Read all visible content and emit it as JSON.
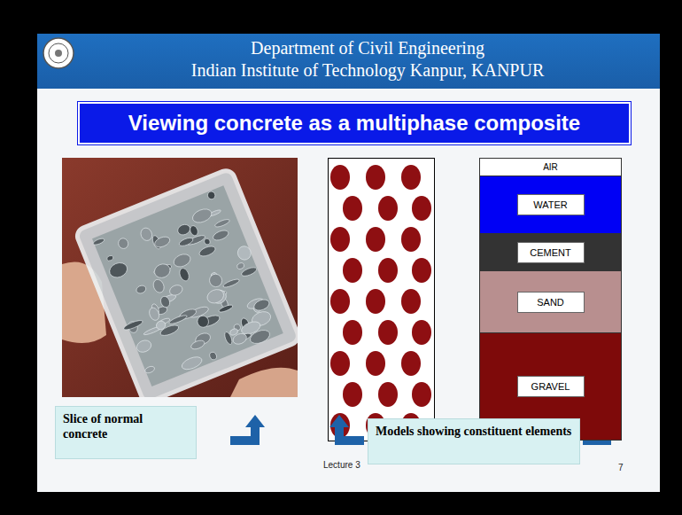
{
  "diagram": {
    "title": "Viewing concrete as a multiphase composite",
    "nodes": [
      {
        "text": [
          "Slice of normal concrete"
        ]
      },
      {
        "text": [
          "AIR"
        ]
      },
      {
        "text": [
          "WATER"
        ]
      },
      {
        "text": [
          "CEMENT"
        ]
      },
      {
        "text": [
          "SAND"
        ]
      },
      {
        "text": [
          "GRAVEL"
        ]
      },
      {
        "text": [
          "Models showing constituent elements"
        ]
      }
    ],
    "labels": [
      "Department of Civil Engineering",
      "Indian Institute of Technology Kanpur, KANPUR",
      "Lecture 3",
      "7"
    ]
  }
}
